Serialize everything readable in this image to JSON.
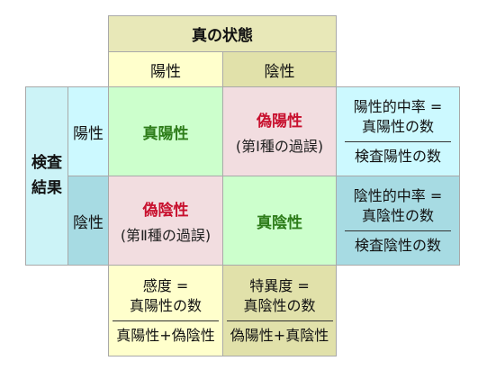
{
  "header": {
    "truth": "真の状態",
    "positive": "陽性",
    "negative": "陰性"
  },
  "side": {
    "label_line1": "検査",
    "label_line2": "結果",
    "positive": "陽性",
    "negative": "陰性"
  },
  "cells": {
    "tp": {
      "label": "真陽性"
    },
    "fp": {
      "label": "偽陽性",
      "sub": "(第Ⅰ種の過誤)"
    },
    "fn": {
      "label": "偽陰性",
      "sub": "(第Ⅱ種の過誤)"
    },
    "tn": {
      "label": "真陰性"
    }
  },
  "ppv": {
    "title": "陽性的中率 =",
    "numerator": "真陽性の数",
    "denominator": "検査陽性の数"
  },
  "npv": {
    "title": "陰性的中率 =",
    "numerator": "真陰性の数",
    "denominator": "検査陰性の数"
  },
  "sensitivity": {
    "title": "感度 =",
    "numerator": "真陽性の数",
    "denominator": "真陽性+偽陰性"
  },
  "specificity": {
    "title": "特異度 =",
    "numerator": "真陰性の数",
    "denominator": "偽陽性+真陰性"
  },
  "colors": {
    "yellow": "#ffffcc",
    "olive": "#e1e1aa",
    "cyan_light": "#ccf9ff",
    "cyan": "#a7dbe3",
    "green_cell": "#ccffcc",
    "pink_cell": "#f2dde0",
    "red_text": "#c8102e",
    "green_text": "#2e7d1a"
  }
}
